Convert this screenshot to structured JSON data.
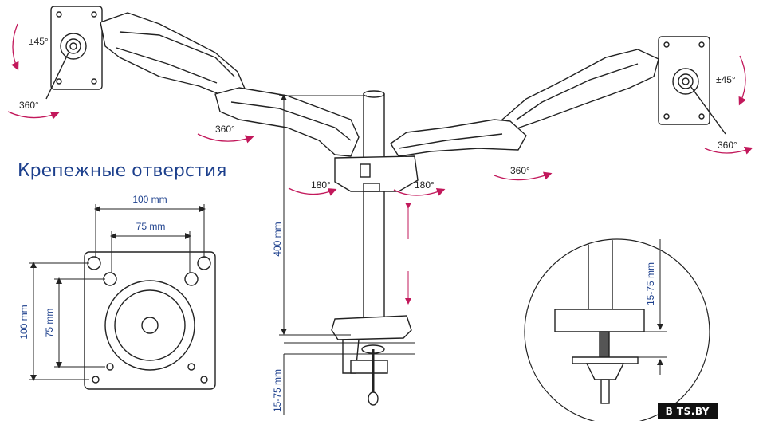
{
  "title": "Крепежные отверстия",
  "dimensions": {
    "hole_spacing_100_h": "100 mm",
    "hole_spacing_75_h": "75 mm",
    "hole_spacing_100_v": "100 mm",
    "hole_spacing_75_v": "75 mm",
    "pole_height": "400 mm",
    "clamp_range": "15-75 mm",
    "clamp_range_detail": "15-75 mm"
  },
  "rotations": {
    "left_tilt": "±45°",
    "right_tilt": "±45°",
    "left_swivel": "360°",
    "right_swivel": "360°",
    "left_arm_360": "360°",
    "right_arm_360": "360°",
    "left_base_180": "180°",
    "right_base_180": "180°"
  },
  "watermark": "B TS.BY",
  "colors": {
    "rotation_arrow": "#c2185b",
    "dimension_text": "#1c3f8c",
    "line": "#222222"
  }
}
